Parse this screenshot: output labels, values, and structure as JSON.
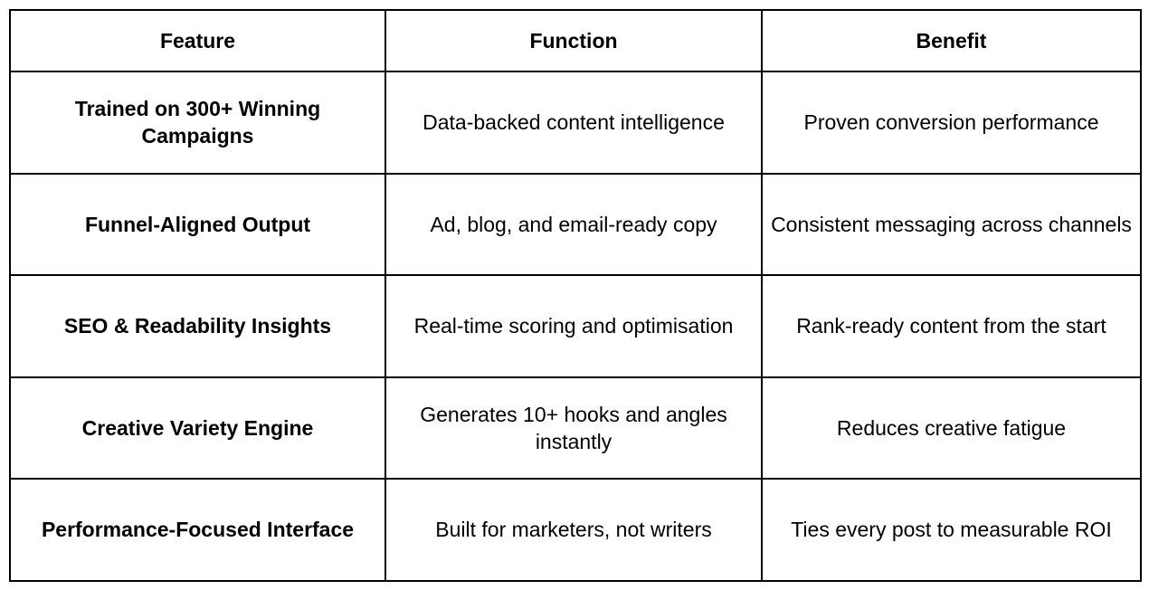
{
  "table": {
    "columns": [
      {
        "key": "feature",
        "label": "Feature"
      },
      {
        "key": "function",
        "label": "Function"
      },
      {
        "key": "benefit",
        "label": "Benefit"
      }
    ],
    "rows": [
      {
        "feature": "Trained on 300+ Winning Campaigns",
        "function": "Data-backed content intelligence",
        "benefit": "Proven conversion performance"
      },
      {
        "feature": "Funnel-Aligned Output",
        "function": "Ad, blog, and email-ready copy",
        "benefit": "Consistent messaging across channels"
      },
      {
        "feature": "SEO & Readability Insights",
        "function": "Real-time scoring and optimisation",
        "benefit": "Rank-ready content from the start"
      },
      {
        "feature": "Creative Variety Engine",
        "function": "Generates 10+ hooks and angles instantly",
        "benefit": "Reduces creative fatigue"
      },
      {
        "feature": "Performance-Focused Interface",
        "function": "Built for marketers, not writers",
        "benefit": "Ties every post to measurable ROI"
      }
    ]
  },
  "style": {
    "border_color": "#000000",
    "text_color": "#000000",
    "background_color": "#ffffff"
  }
}
